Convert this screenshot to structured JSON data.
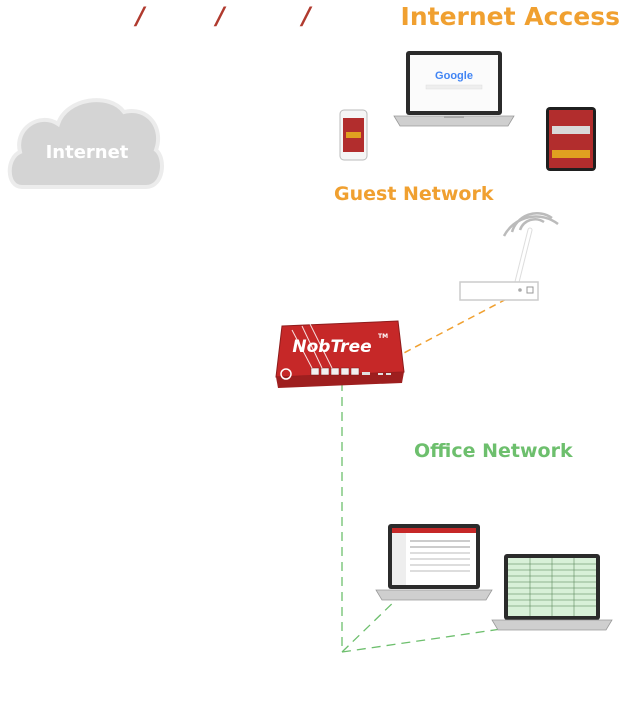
{
  "header": {
    "slashes": [
      "/",
      "/",
      "/"
    ],
    "title": "Internet Access"
  },
  "cloud": {
    "label": "Internet"
  },
  "router": {
    "brand": "NobTree",
    "trademark": "TM"
  },
  "guest_network": {
    "label": "Guest Network"
  },
  "office_network": {
    "label": "Office Network"
  },
  "screens": {
    "search_logo": "Google"
  },
  "colors": {
    "slash": "#b03a2e",
    "title": "#f0a030",
    "guest": "#f0a030",
    "office": "#6dbf6d",
    "cloud_fill": "#d4d4d4",
    "router_red": "#c62828",
    "guest_line": "#f0a030",
    "office_line": "#6dbf6d"
  }
}
